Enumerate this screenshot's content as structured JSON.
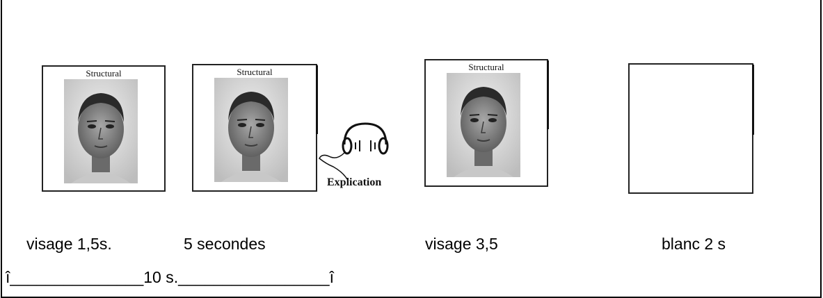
{
  "panels": [
    {
      "label": "Structural",
      "has_face": true
    },
    {
      "label": "Structural",
      "has_face": true
    },
    {
      "label": "Structural",
      "has_face": true
    },
    {
      "label": "",
      "has_face": false
    }
  ],
  "audio": {
    "icon": "headphones-icon",
    "label": "Explication"
  },
  "captions": {
    "c1": "visage 1,5s.",
    "c2": "5 secondes",
    "c3": "visage 3,5",
    "c4": "blanc 2 s"
  },
  "timeline": {
    "text": "î_______________10 s._________________î"
  }
}
